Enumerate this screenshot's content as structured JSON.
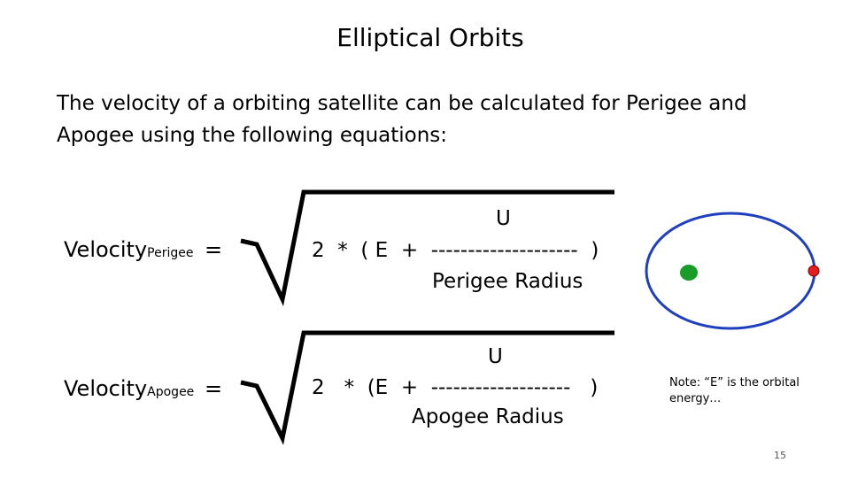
{
  "slide": {
    "title": "Elliptical Orbits",
    "intro_line1": "The velocity of a orbiting satellite can be calculated for Perigee and",
    "intro_line2": "Apogee using the following equations:"
  },
  "equations": {
    "perigee": {
      "label": "Velocity",
      "subscript": "Perigee",
      "equals": "=",
      "numerator": "U",
      "expression": "2  *  ( E  +  --------------------  )",
      "denominator": "Perigee Radius"
    },
    "apogee": {
      "label": "Velocity",
      "subscript": "Apogee",
      "equals": "=",
      "numerator": "U",
      "expression": "2   *  (E  +  -------------------   )",
      "denominator": "Apogee Radius"
    }
  },
  "orbit_figure": {
    "orbit_color": "#1f3fbf",
    "planet_color": "#1a9c2a",
    "satellite_color": "#e02020"
  },
  "note": "Note:  “E” is the orbital energy…",
  "page_number": "15"
}
